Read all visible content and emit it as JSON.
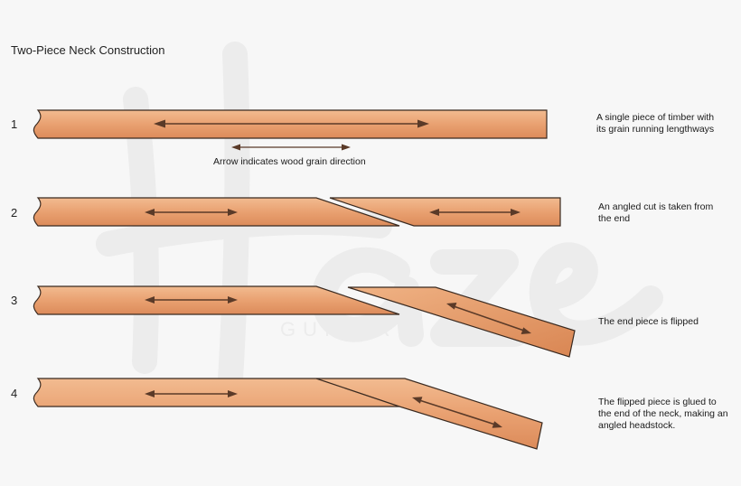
{
  "title": "Two-Piece Neck Construction",
  "watermark": {
    "subtitle": "GUITARS"
  },
  "legend": {
    "label": "Arrow indicates wood grain direction"
  },
  "colors": {
    "wood_light": "#f0b487",
    "wood_mid": "#e89e6c",
    "wood_dark": "#d88554",
    "outline": "#3a2a20",
    "arrow": "#5a3a28"
  },
  "steps": [
    {
      "number": "1",
      "lines": [
        "A single piece of timber with",
        "its grain running lengthways"
      ]
    },
    {
      "number": "2",
      "lines": [
        "An angled cut is taken from",
        "the end"
      ]
    },
    {
      "number": "3",
      "lines": [
        "The end piece is flipped"
      ]
    },
    {
      "number": "4",
      "lines": [
        "The flipped piece is glued to",
        "the end of the neck, making an",
        "angled headstock."
      ]
    }
  ]
}
